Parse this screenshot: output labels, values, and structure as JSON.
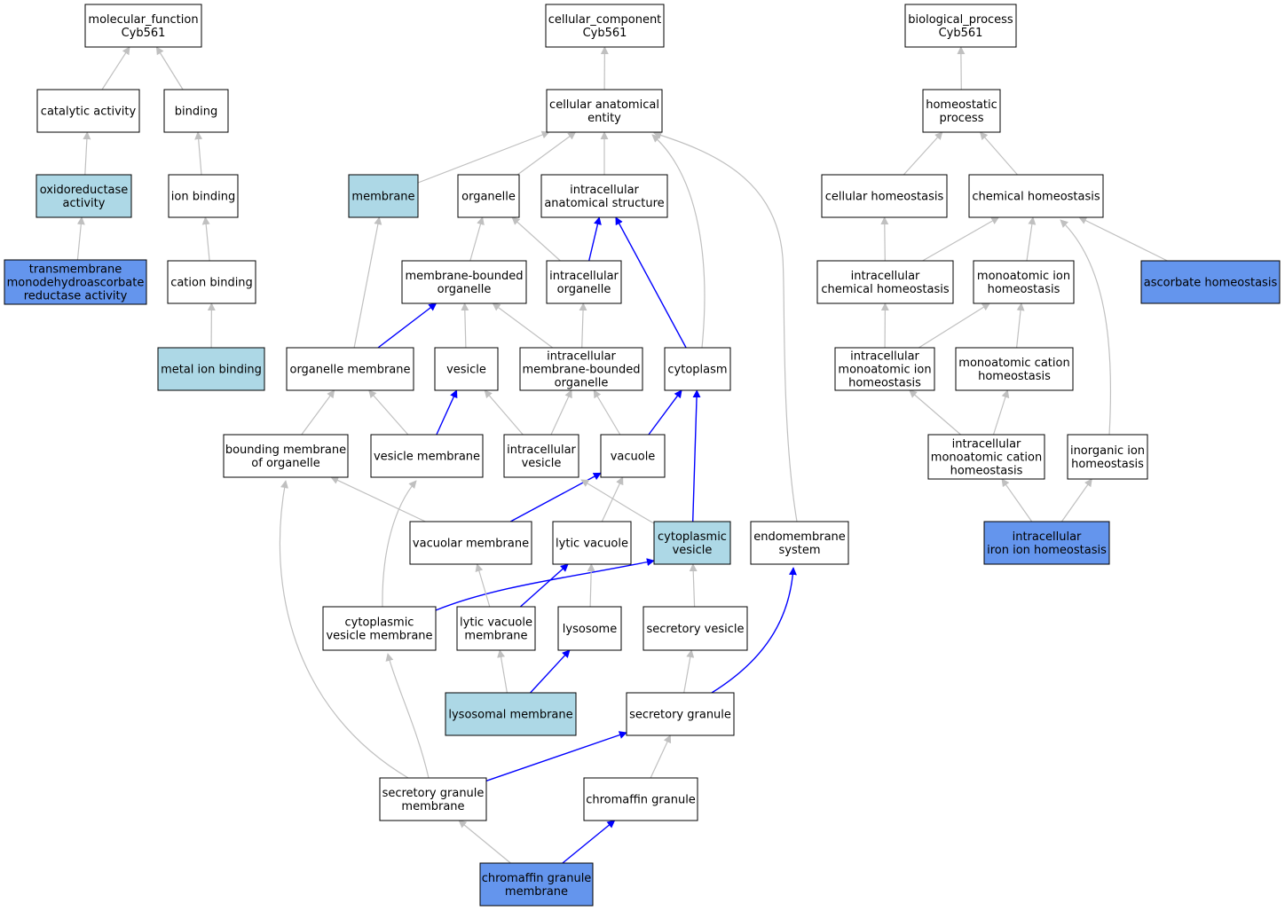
{
  "colors": {
    "default_fill": "#ffffff",
    "light_fill": "#add8e6",
    "highlight_fill": "#6495ed",
    "border": "#000000",
    "gray_edge": "#c0c0c0",
    "blue_edge": "#0000ff"
  },
  "nodes": [
    {
      "id": "mf",
      "fill": "white",
      "lines": [
        "molecular_function",
        "Cyb561"
      ]
    },
    {
      "id": "cat",
      "fill": "white",
      "lines": [
        "catalytic activity"
      ]
    },
    {
      "id": "bind",
      "fill": "white",
      "lines": [
        "binding"
      ]
    },
    {
      "id": "oxi",
      "fill": "light",
      "lines": [
        "oxidoreductase",
        "activity"
      ]
    },
    {
      "id": "ionb",
      "fill": "white",
      "lines": [
        "ion binding"
      ]
    },
    {
      "id": "tmr",
      "fill": "highlight",
      "lines": [
        "transmembrane",
        "monodehydroascorbate",
        "reductase activity"
      ]
    },
    {
      "id": "catb",
      "fill": "white",
      "lines": [
        "cation binding"
      ]
    },
    {
      "id": "metal",
      "fill": "light",
      "lines": [
        "metal ion binding"
      ]
    },
    {
      "id": "cc",
      "fill": "white",
      "lines": [
        "cellular_component",
        "Cyb561"
      ]
    },
    {
      "id": "cae",
      "fill": "white",
      "lines": [
        "cellular anatomical",
        "entity"
      ]
    },
    {
      "id": "mem",
      "fill": "light",
      "lines": [
        "membrane"
      ]
    },
    {
      "id": "org",
      "fill": "white",
      "lines": [
        "organelle"
      ]
    },
    {
      "id": "ias",
      "fill": "white",
      "lines": [
        "intracellular",
        "anatomical structure"
      ]
    },
    {
      "id": "mbo",
      "fill": "white",
      "lines": [
        "membrane-bounded",
        "organelle"
      ]
    },
    {
      "id": "io",
      "fill": "white",
      "lines": [
        "intracellular",
        "organelle"
      ]
    },
    {
      "id": "om",
      "fill": "white",
      "lines": [
        "organelle membrane"
      ]
    },
    {
      "id": "ves",
      "fill": "white",
      "lines": [
        "vesicle"
      ]
    },
    {
      "id": "imbo",
      "fill": "white",
      "lines": [
        "intracellular",
        "membrane-bounded",
        "organelle"
      ]
    },
    {
      "id": "cyto",
      "fill": "white",
      "lines": [
        "cytoplasm"
      ]
    },
    {
      "id": "bmo",
      "fill": "white",
      "lines": [
        "bounding membrane",
        "of organelle"
      ]
    },
    {
      "id": "vm",
      "fill": "white",
      "lines": [
        "vesicle membrane"
      ]
    },
    {
      "id": "iv",
      "fill": "white",
      "lines": [
        "intracellular",
        "vesicle"
      ]
    },
    {
      "id": "vac",
      "fill": "white",
      "lines": [
        "vacuole"
      ]
    },
    {
      "id": "vacm",
      "fill": "white",
      "lines": [
        "vacuolar membrane"
      ]
    },
    {
      "id": "lv",
      "fill": "white",
      "lines": [
        "lytic vacuole"
      ]
    },
    {
      "id": "cv",
      "fill": "light",
      "lines": [
        "cytoplasmic",
        "vesicle"
      ]
    },
    {
      "id": "es",
      "fill": "white",
      "lines": [
        "endomembrane",
        "system"
      ]
    },
    {
      "id": "cvm",
      "fill": "white",
      "lines": [
        "cytoplasmic",
        "vesicle membrane"
      ]
    },
    {
      "id": "lvm",
      "fill": "white",
      "lines": [
        "lytic vacuole",
        "membrane"
      ]
    },
    {
      "id": "lys",
      "fill": "white",
      "lines": [
        "lysosome"
      ]
    },
    {
      "id": "sv",
      "fill": "white",
      "lines": [
        "secretory vesicle"
      ]
    },
    {
      "id": "lysm",
      "fill": "light",
      "lines": [
        "lysosomal membrane"
      ]
    },
    {
      "id": "sg",
      "fill": "white",
      "lines": [
        "secretory granule"
      ]
    },
    {
      "id": "sgm",
      "fill": "white",
      "lines": [
        "secretory granule",
        "membrane"
      ]
    },
    {
      "id": "cg",
      "fill": "white",
      "lines": [
        "chromaffin granule"
      ]
    },
    {
      "id": "cgm",
      "fill": "highlight",
      "lines": [
        "chromaffin granule",
        "membrane"
      ]
    },
    {
      "id": "bp",
      "fill": "white",
      "lines": [
        "biological_process",
        "Cyb561"
      ]
    },
    {
      "id": "hp",
      "fill": "white",
      "lines": [
        "homeostatic",
        "process"
      ]
    },
    {
      "id": "ch",
      "fill": "white",
      "lines": [
        "cellular homeostasis"
      ]
    },
    {
      "id": "chh",
      "fill": "white",
      "lines": [
        "chemical homeostasis"
      ]
    },
    {
      "id": "ich",
      "fill": "white",
      "lines": [
        "intracellular",
        "chemical homeostasis"
      ]
    },
    {
      "id": "mih",
      "fill": "white",
      "lines": [
        "monoatomic ion",
        "homeostasis"
      ]
    },
    {
      "id": "ash",
      "fill": "highlight",
      "lines": [
        "ascorbate homeostasis"
      ]
    },
    {
      "id": "imih",
      "fill": "white",
      "lines": [
        "intracellular",
        "monoatomic ion",
        "homeostasis"
      ]
    },
    {
      "id": "mch",
      "fill": "white",
      "lines": [
        "monoatomic cation",
        "homeostasis"
      ]
    },
    {
      "id": "imch",
      "fill": "white",
      "lines": [
        "intracellular",
        "monoatomic cation",
        "homeostasis"
      ]
    },
    {
      "id": "inih",
      "fill": "white",
      "lines": [
        "inorganic ion",
        "homeostasis"
      ]
    },
    {
      "id": "iih",
      "fill": "highlight",
      "lines": [
        "intracellular",
        "iron ion homeostasis"
      ]
    }
  ],
  "edges": [
    {
      "from": "cat",
      "to": "mf",
      "color": "gray"
    },
    {
      "from": "bind",
      "to": "mf",
      "color": "gray"
    },
    {
      "from": "oxi",
      "to": "cat",
      "color": "gray"
    },
    {
      "from": "ionb",
      "to": "bind",
      "color": "gray"
    },
    {
      "from": "tmr",
      "to": "oxi",
      "color": "gray"
    },
    {
      "from": "catb",
      "to": "ionb",
      "color": "gray"
    },
    {
      "from": "metal",
      "to": "catb",
      "color": "gray"
    },
    {
      "from": "cae",
      "to": "cc",
      "color": "gray"
    },
    {
      "from": "mem",
      "to": "cae",
      "color": "gray"
    },
    {
      "from": "org",
      "to": "cae",
      "color": "gray"
    },
    {
      "from": "ias",
      "to": "cae",
      "color": "gray"
    },
    {
      "from": "cyto",
      "to": "cae",
      "color": "gray"
    },
    {
      "from": "es",
      "to": "cae",
      "color": "gray"
    },
    {
      "from": "mbo",
      "to": "org",
      "color": "gray"
    },
    {
      "from": "io",
      "to": "org",
      "color": "gray"
    },
    {
      "from": "io",
      "to": "ias",
      "color": "blue"
    },
    {
      "from": "cyto",
      "to": "ias",
      "color": "blue"
    },
    {
      "from": "om",
      "to": "mem",
      "color": "gray"
    },
    {
      "from": "om",
      "to": "mbo",
      "color": "blue"
    },
    {
      "from": "ves",
      "to": "mbo",
      "color": "gray"
    },
    {
      "from": "imbo",
      "to": "mbo",
      "color": "gray"
    },
    {
      "from": "imbo",
      "to": "io",
      "color": "gray"
    },
    {
      "from": "bmo",
      "to": "om",
      "color": "gray"
    },
    {
      "from": "vm",
      "to": "om",
      "color": "gray"
    },
    {
      "from": "vm",
      "to": "ves",
      "color": "blue"
    },
    {
      "from": "iv",
      "to": "ves",
      "color": "gray"
    },
    {
      "from": "iv",
      "to": "imbo",
      "color": "gray"
    },
    {
      "from": "vac",
      "to": "imbo",
      "color": "gray"
    },
    {
      "from": "vac",
      "to": "cyto",
      "color": "blue"
    },
    {
      "from": "cv",
      "to": "cyto",
      "color": "blue"
    },
    {
      "from": "vacm",
      "to": "bmo",
      "color": "gray"
    },
    {
      "from": "vacm",
      "to": "vac",
      "color": "blue"
    },
    {
      "from": "lv",
      "to": "vac",
      "color": "gray"
    },
    {
      "from": "cv",
      "to": "iv",
      "color": "gray"
    },
    {
      "from": "cvm",
      "to": "vm",
      "color": "gray"
    },
    {
      "from": "cvm",
      "to": "cv",
      "color": "blue"
    },
    {
      "from": "lvm",
      "to": "vacm",
      "color": "gray"
    },
    {
      "from": "lvm",
      "to": "lv",
      "color": "blue"
    },
    {
      "from": "lys",
      "to": "lv",
      "color": "gray"
    },
    {
      "from": "sv",
      "to": "cv",
      "color": "gray"
    },
    {
      "from": "lysm",
      "to": "lvm",
      "color": "gray"
    },
    {
      "from": "lysm",
      "to": "lys",
      "color": "blue"
    },
    {
      "from": "sg",
      "to": "sv",
      "color": "gray"
    },
    {
      "from": "sg",
      "to": "es",
      "color": "blue"
    },
    {
      "from": "sgm",
      "to": "bmo",
      "color": "gray"
    },
    {
      "from": "sgm",
      "to": "cvm",
      "color": "gray"
    },
    {
      "from": "sgm",
      "to": "sg",
      "color": "blue"
    },
    {
      "from": "cg",
      "to": "sg",
      "color": "gray"
    },
    {
      "from": "cgm",
      "to": "sgm",
      "color": "gray"
    },
    {
      "from": "cgm",
      "to": "cg",
      "color": "blue"
    },
    {
      "from": "hp",
      "to": "bp",
      "color": "gray"
    },
    {
      "from": "ch",
      "to": "hp",
      "color": "gray"
    },
    {
      "from": "chh",
      "to": "hp",
      "color": "gray"
    },
    {
      "from": "ich",
      "to": "ch",
      "color": "gray"
    },
    {
      "from": "ich",
      "to": "chh",
      "color": "gray"
    },
    {
      "from": "mih",
      "to": "chh",
      "color": "gray"
    },
    {
      "from": "ash",
      "to": "chh",
      "color": "gray"
    },
    {
      "from": "inih",
      "to": "chh",
      "color": "gray"
    },
    {
      "from": "imih",
      "to": "ich",
      "color": "gray"
    },
    {
      "from": "imih",
      "to": "mih",
      "color": "gray"
    },
    {
      "from": "mch",
      "to": "mih",
      "color": "gray"
    },
    {
      "from": "imch",
      "to": "imih",
      "color": "gray"
    },
    {
      "from": "imch",
      "to": "mch",
      "color": "gray"
    },
    {
      "from": "iih",
      "to": "imch",
      "color": "gray"
    },
    {
      "from": "iih",
      "to": "inih",
      "color": "gray"
    }
  ]
}
